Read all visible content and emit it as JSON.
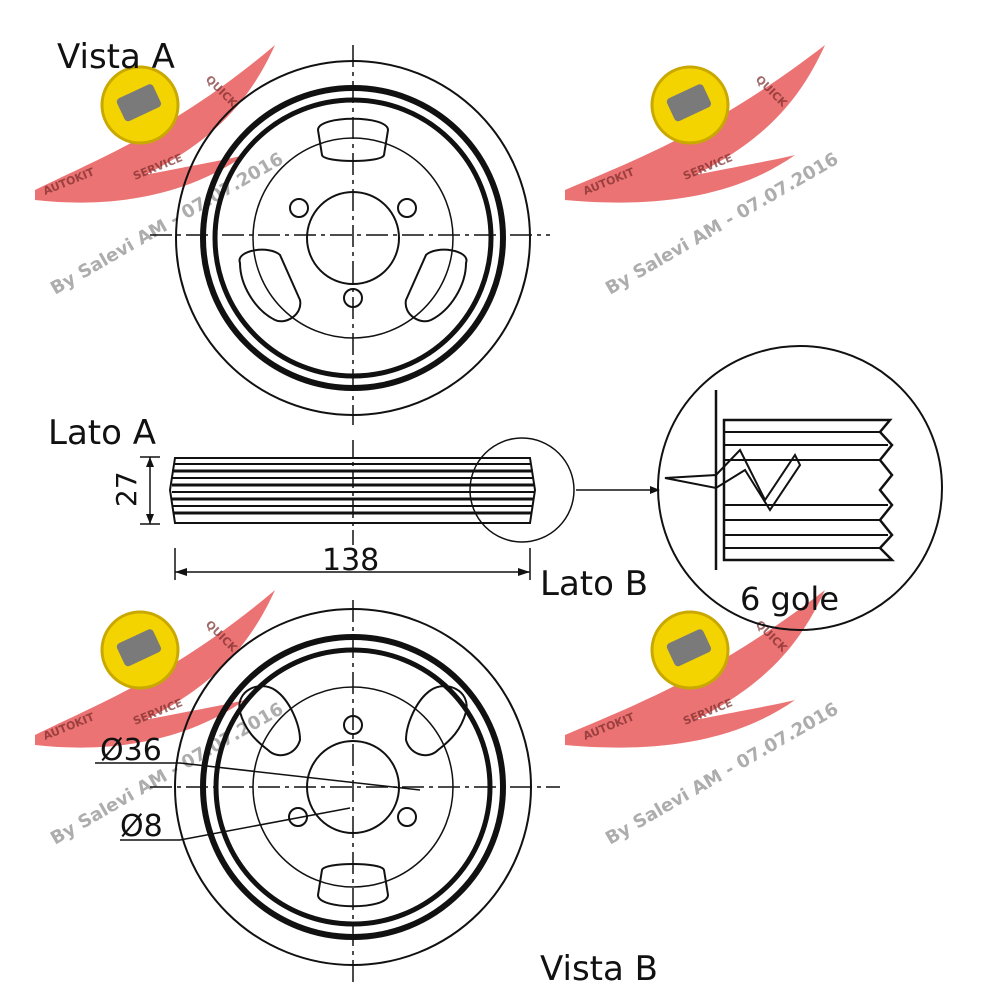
{
  "labels": {
    "vista_a": "Vista A",
    "vista_b": "Vista B",
    "lato_a": "Lato A",
    "lato_b": "Lato B",
    "detail_grooves": "6 gole"
  },
  "dimensions": {
    "width": "27",
    "diameter": "138",
    "hub_bore": "Ø36",
    "hole": "Ø8"
  },
  "watermark": {
    "credit": "By Salevi AM - 07.07.2016",
    "badge_left": "AUTOKIT",
    "badge_right": "QUICK",
    "badge_bottom": "SERVICE"
  },
  "colors": {
    "line": "#111111",
    "watermark_wing": "#e85a5a",
    "watermark_badge": "#f3d400",
    "watermark_text": "#8a8a8a"
  }
}
